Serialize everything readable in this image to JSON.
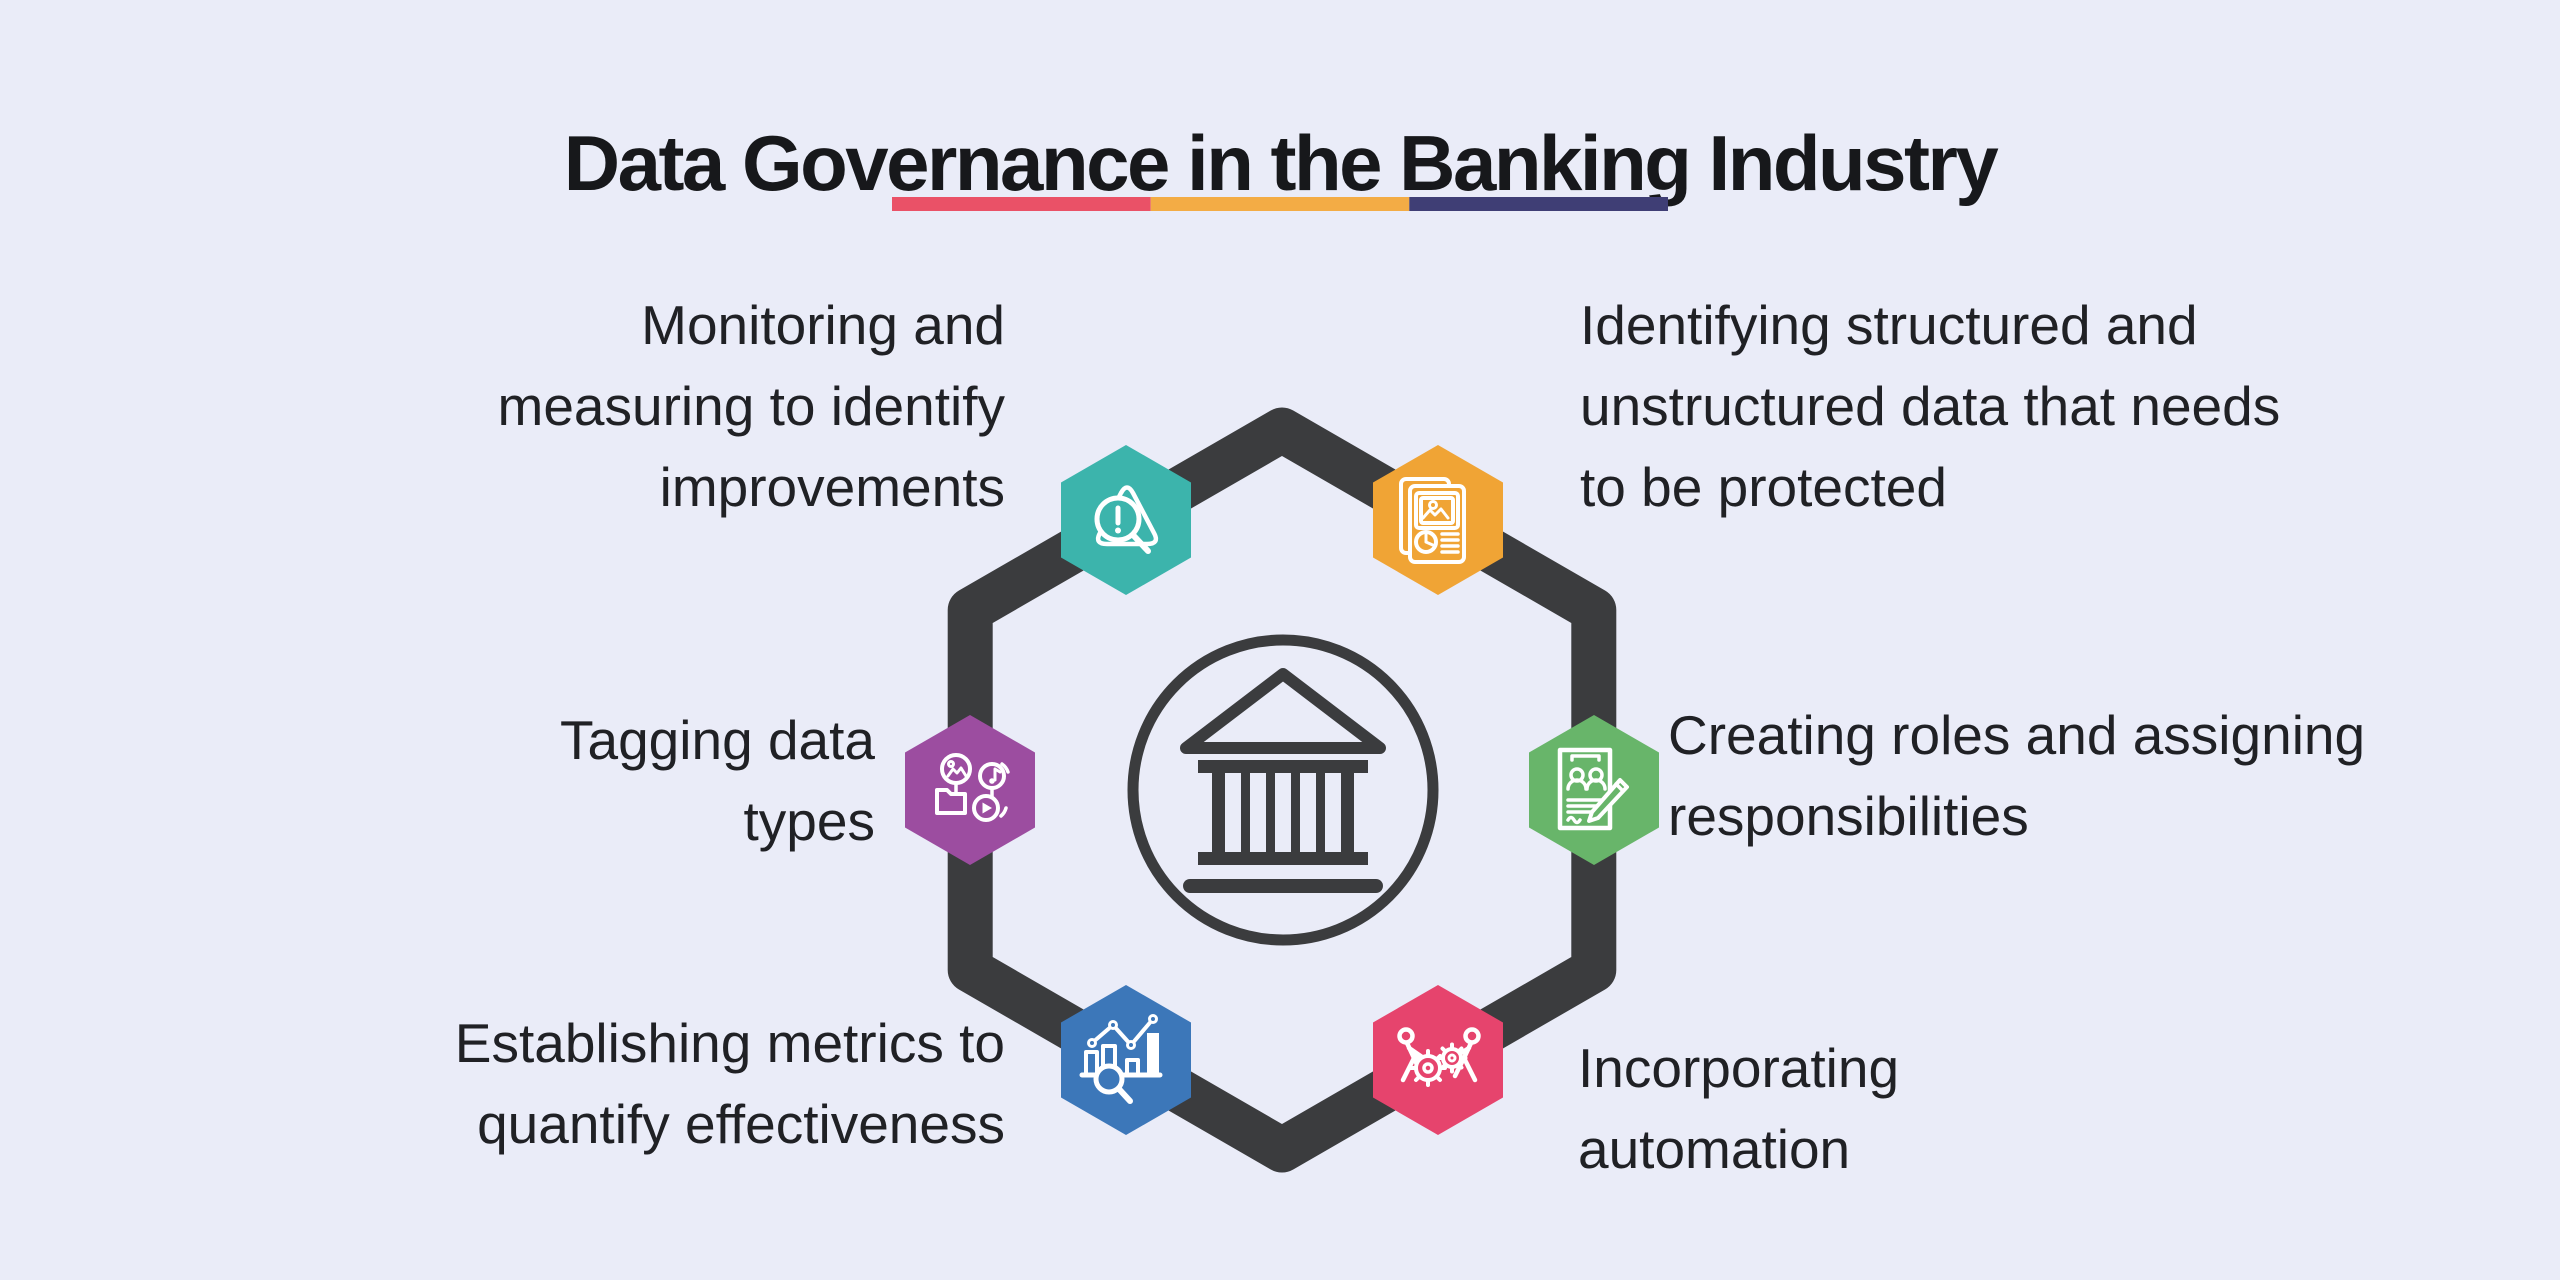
{
  "title": "Data Governance in the Banking Industry",
  "accent_bar": {
    "colors": [
      "#ea5167",
      "#f3ac45",
      "#3f3e75"
    ]
  },
  "colors": {
    "background": "#eaecf8",
    "dark": "#3b3c3e",
    "text": "#202125",
    "title_text": "#17181b",
    "white": "#ffffff"
  },
  "center": {
    "icon": "bank-building-icon"
  },
  "items": [
    {
      "id": "monitoring",
      "position": "top-left",
      "color": "#3cb4ac",
      "icon": "warning-magnifier-icon",
      "label": "Monitoring and measuring to identify improvements",
      "lines": [
        "Monitoring and",
        "measuring to identify",
        "improvements"
      ]
    },
    {
      "id": "identifying",
      "position": "top-right",
      "color": "#f0a435",
      "icon": "documents-report-icon",
      "label": "Identifying structured and unstructured data that needs to be protected",
      "lines": [
        "Identifying structured and",
        "unstructured data that needs",
        "to be protected"
      ]
    },
    {
      "id": "tagging",
      "position": "left",
      "color": "#9c4da0",
      "icon": "media-types-icon",
      "label": "Tagging data types",
      "lines": [
        "Tagging data",
        "types"
      ]
    },
    {
      "id": "roles",
      "position": "right",
      "color": "#68b56a",
      "icon": "roles-document-icon",
      "label": "Creating roles and assigning responsibilities",
      "lines": [
        "Creating roles and assigning",
        "responsibilities"
      ]
    },
    {
      "id": "metrics",
      "position": "bottom-left",
      "color": "#3c77b9",
      "icon": "metrics-chart-icon",
      "label": "Establishing metrics to quantify effectiveness",
      "lines": [
        "Establishing metrics to",
        "quantify effectiveness"
      ]
    },
    {
      "id": "automation",
      "position": "bottom-right",
      "color": "#e6446d",
      "icon": "automation-people-gears-icon",
      "label": "Incorporating automation",
      "lines": [
        "Incorporating",
        "automation"
      ]
    }
  ]
}
